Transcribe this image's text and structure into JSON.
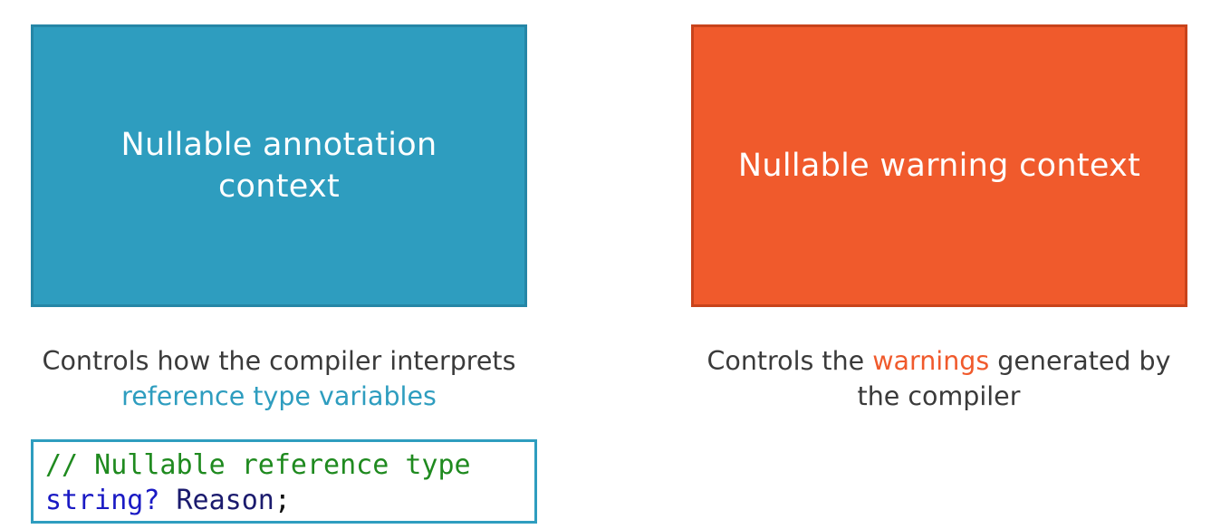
{
  "left_card": {
    "title_line1": "Nullable annotation",
    "title_line2": "context",
    "description_line1": "Controls how the compiler interprets",
    "description_highlight": "reference type variables"
  },
  "right_card": {
    "title": "Nullable warning context",
    "description_prefix": "Controls the ",
    "description_highlight": "warnings",
    "description_suffix": " generated by",
    "description_line2": "the compiler"
  },
  "code_sample": {
    "comment": "// Nullable reference type",
    "keyword": "string?",
    "identifier": " Reason",
    "punctuation": ";"
  },
  "colors": {
    "blue": "#2e9dbf",
    "orange": "#f05a2c",
    "text": "#3a3a3a",
    "code_comment": "#1f8a1f",
    "code_keyword": "#1a1ac4"
  }
}
